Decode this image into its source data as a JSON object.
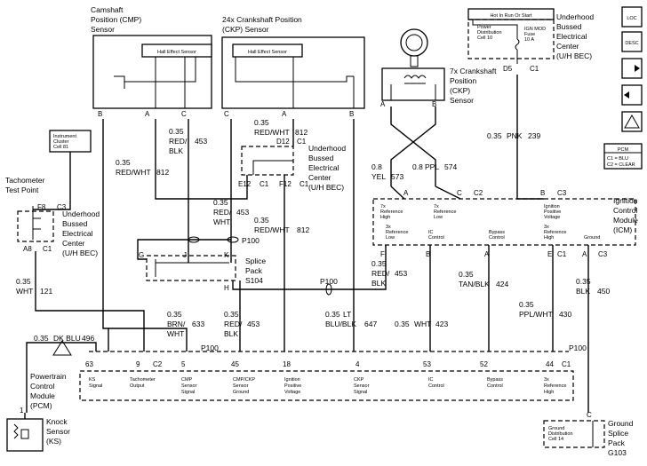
{
  "cmp": {
    "l1": "Camshaft",
    "l2": "Position (CMP)",
    "l3": "Sensor",
    "inner": "Hall Effect Sensor",
    "pins": [
      "B",
      "A",
      "C"
    ]
  },
  "ckp24": {
    "l1": "24x Crankshaft Position",
    "l2": "(CKP) Sensor",
    "inner": "Hall Effect Sensor",
    "pins": [
      "C",
      "A",
      "B"
    ]
  },
  "ckp7": {
    "l1": "7x Crankshaft",
    "l2": "Position",
    "l3": "(CKP)",
    "l4": "Sensor",
    "pins": [
      "A",
      "B"
    ]
  },
  "fuse": {
    "header": "Hot In Run Or Start",
    "pd1": "Power",
    "pd2": "Distribution",
    "pd3": "Cell 10",
    "f1": "IGN MOD",
    "f2": "Fuse",
    "f3": "10 A",
    "bec1": "Underhood",
    "bec2": "Bussed",
    "bec3": "Electrical",
    "bec4": "Center",
    "bec5": "(U/H BEC)",
    "pin_d5": "D5",
    "pin_c1": "C1"
  },
  "cluster": {
    "l1": "Instrument",
    "l2": "Cluster",
    "l3": "Cell 81"
  },
  "tach": {
    "l1": "Tachometer",
    "l2": "Test Point",
    "f8": "F8",
    "c3": "C3",
    "a8": "A8",
    "c1": "C1"
  },
  "bec_left": {
    "l1": "Underhood",
    "l2": "Bussed",
    "l3": "Electrical",
    "l4": "Center",
    "l5": "(U/H BEC)"
  },
  "bec_mid": {
    "l1": "Underhood",
    "l2": "Bussed",
    "l3": "Electrical",
    "l4": "Center",
    "l5": "(U/H BEC)",
    "d12": "D12",
    "c1": "C1",
    "e12": "E12",
    "c1b": "C1",
    "f12": "F12",
    "c1c": "C1"
  },
  "splice": {
    "l1": "Splice",
    "l2": "Pack",
    "l3": "S104",
    "pins": [
      "G",
      "J",
      "K",
      "H"
    ]
  },
  "wires": {
    "w1_g": "0.35",
    "w1_c": "RED/",
    "w1_c2": "BLK",
    "w1_n": "453",
    "w2_g": "0.35",
    "w2_c": "RED/WHT",
    "w2_n": "812",
    "w3_g": "0.35",
    "w3_c": "RED/WHT",
    "w3_n": "812",
    "w4_g": "0.35",
    "w4_c": "RED/",
    "w4_c2": "WHT",
    "w4_n": "453",
    "w5_g": "0.35",
    "w5_c": "RED/WHT",
    "w5_n": "812",
    "w6_g": "0.35",
    "w6_c": "PNK",
    "w6_n": "239",
    "w7_g": "0.8",
    "w7_c": "YEL",
    "w7_n": "573",
    "w8_g": "0.8",
    "w8_c": "PPL",
    "w8_n": "574",
    "w9_g": "0.35",
    "w9_c": "RED/",
    "w9_c2": "BLK",
    "w9_n": "453",
    "w10_g": "0.35",
    "w10_c": "TAN/BLK",
    "w10_n": "424",
    "w11_g": "0.35",
    "w11_c": "PPL/WHT",
    "w11_n": "430",
    "w12_g": "0.35",
    "w12_c": "BLK",
    "w12_n": "450",
    "w13_g": "0.35",
    "w13_c": "WHT",
    "w13_n": "121",
    "w14_g": "0.35",
    "w14_c": "DK BLU",
    "w14_n": "496",
    "w15_g": "0.35",
    "w15_c": "BRN/",
    "w15_c2": "WHT",
    "w15_n": "633",
    "w16_g": "0.35",
    "w16_c": "RED/",
    "w16_c2": "BLK",
    "w16_n": "453",
    "w17_g": "0.35",
    "w17_c": "LT",
    "w17_c2": "BLU/BLK",
    "w17_n": "647",
    "w18_g": "0.35",
    "w18_c": "WHT",
    "w18_n": "423",
    "p100_a": "P100",
    "p100_b": "P100",
    "p100_c": "P100",
    "p100_d": "P100"
  },
  "icm": {
    "title1": "Ignition",
    "title2": "Control",
    "title3": "Module",
    "title4": "(ICM)",
    "top_pins": [
      {
        "p": "A",
        "c": ""
      },
      {
        "p": "C",
        "c": "C2"
      },
      {
        "p": "B",
        "c": "C3"
      }
    ],
    "top_sig": [
      "7x",
      "Reference",
      "High",
      "7x",
      "Reference",
      "Low",
      "Ignition",
      "Positive",
      "Voltage"
    ],
    "bot_sig": [
      "3x",
      "Reference",
      "Low",
      "IC",
      "Control",
      "Bypass",
      "Control",
      "3x",
      "Reference",
      "High",
      "Ground"
    ],
    "bot_pins": [
      "F",
      "B",
      "A",
      "E",
      "C1",
      "A",
      "C3"
    ]
  },
  "pcm": {
    "title1": "Powertrain",
    "title2": "Control",
    "title3": "Module",
    "title4": "(PCM)",
    "pins": [
      "63",
      "9",
      "C2",
      "5",
      "45",
      "18",
      "4",
      "53",
      "52",
      "44",
      "C1"
    ],
    "signals": [
      [
        "KS",
        "Signal"
      ],
      [
        "Tachometer",
        "Output"
      ],
      [
        "CMP",
        "Sensor",
        "Signal"
      ],
      [
        "CMP/CKP",
        "Sensor",
        "Ground"
      ],
      [
        "Ignition",
        "Positive",
        "Voltage"
      ],
      [
        "CKP",
        "Sensor",
        "Signal"
      ],
      [
        "IC",
        "Control"
      ],
      [
        "Bypass",
        "Control"
      ],
      [
        "3x",
        "Reference",
        "High"
      ]
    ]
  },
  "knock": {
    "pin": "1",
    "l1": "Knock",
    "l2": "Sensor",
    "l3": "(KS)"
  },
  "ground": {
    "l1": "Ground",
    "l2": "Distribution",
    "l3": "Cell 14",
    "pin": "C",
    "s1": "Ground",
    "s2": "Splice",
    "s3": "Pack",
    "s4": "G103"
  },
  "legend": {
    "title": "PCM",
    "c1": "C1 = BLU",
    "c2": "C2 = CLEAR"
  },
  "nav": {
    "loc": "LOC",
    "desc": "DESC"
  }
}
